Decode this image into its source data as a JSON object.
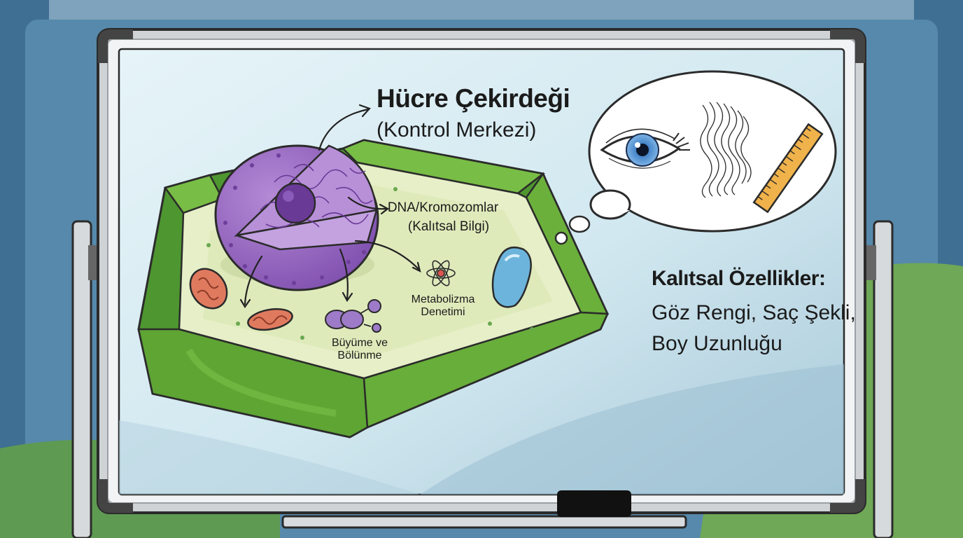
{
  "nucleus": {
    "title": "Hücre Çekirdeği",
    "subtitle": "(Kontrol Merkezi)"
  },
  "dna": {
    "line1": "DNA/Kromozomlar",
    "line2": "(Kalıtsal Bilgi)"
  },
  "metabolism": {
    "line1": "Metabolizma",
    "line2": "Denetimi"
  },
  "growth": {
    "line1": "Büyüme ve",
    "line2": "Bölünme"
  },
  "traits": {
    "title": "Kalıtsal Özellikler:",
    "line1": "Göz Rengi, Saç Şekli,",
    "line2": "Boy Uzunluğu"
  },
  "thought_bubble_icons": [
    "eye-icon",
    "hair-icon",
    "ruler-icon"
  ],
  "colors": {
    "wall_blue": "#3f6f93",
    "board_surface": "#dceff5",
    "cell_wall_green": "#5fa833",
    "cytoplasm": "#e6efc8",
    "nucleus_purple": "#9b6cc0",
    "nucleolus": "#6a3a97",
    "mitochondria": "#e07a5f",
    "vacuole": "#6cb4dc",
    "ruler": "#f0b24a",
    "eye_iris": "#4a8ed0"
  }
}
